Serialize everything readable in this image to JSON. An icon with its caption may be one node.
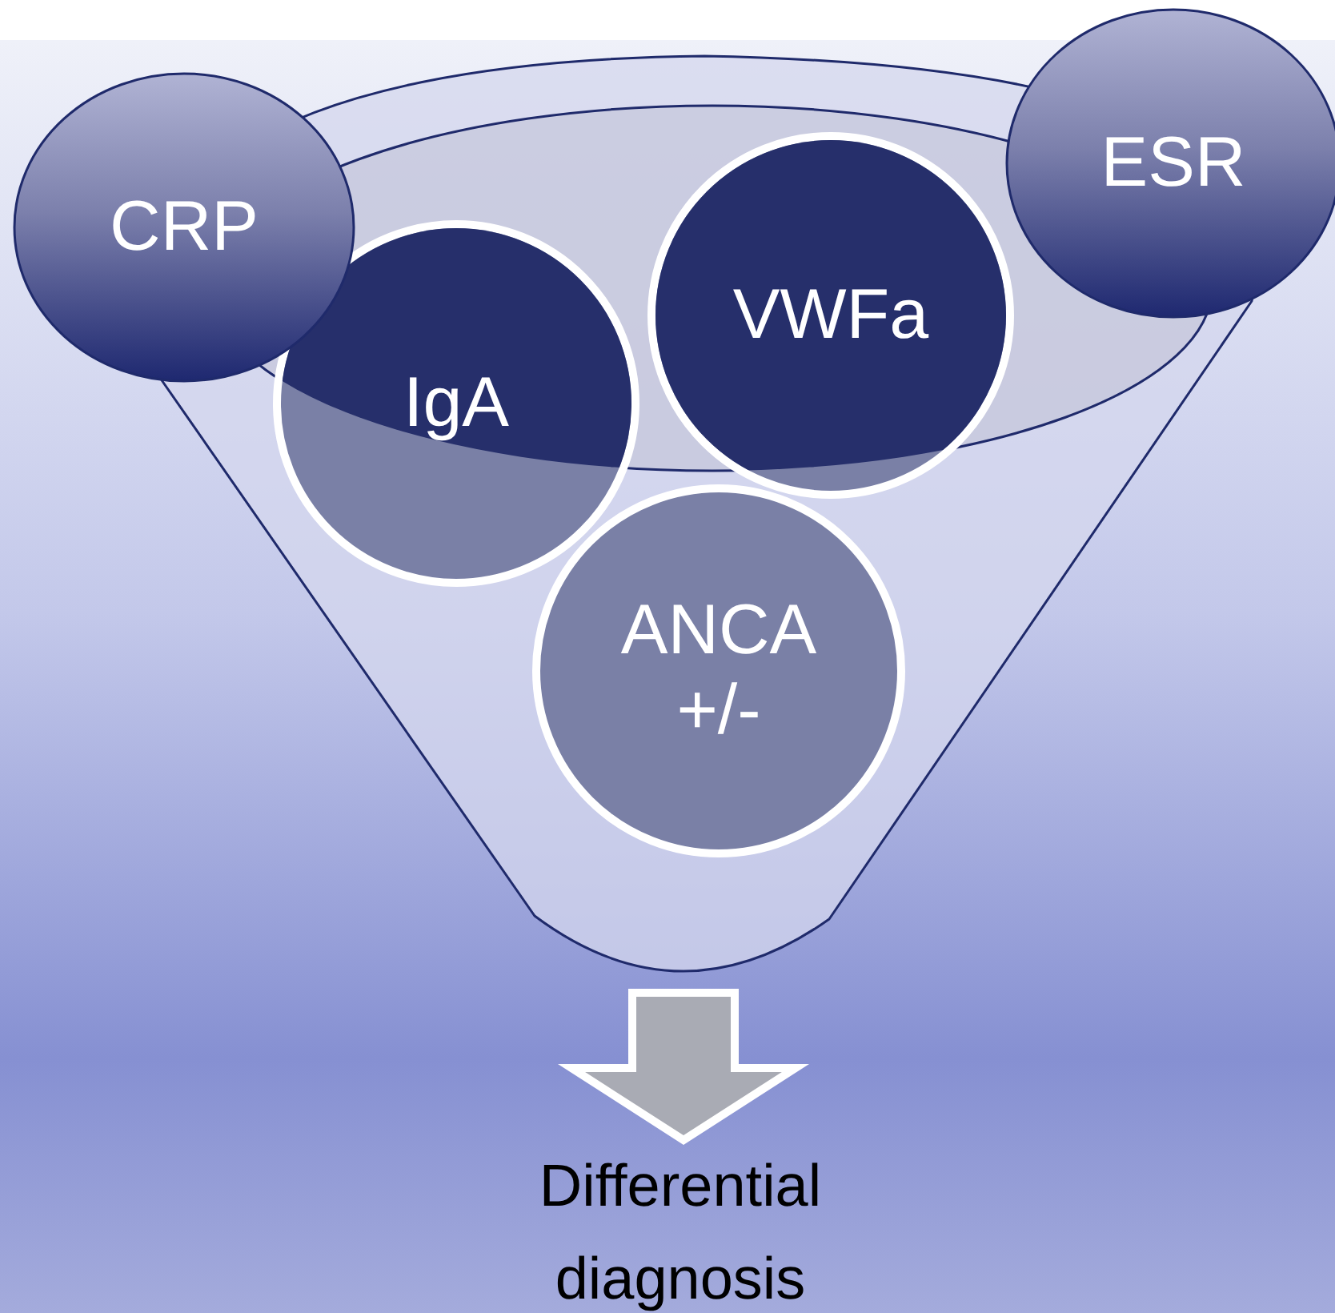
{
  "diagram": {
    "nodes": [
      {
        "text": [],
        "shape": "funnel"
      },
      {
        "text": [
          "CRP"
        ]
      },
      {
        "text": [
          "ESR"
        ]
      },
      {
        "text": [
          "IgA"
        ],
        "in": 0
      },
      {
        "text": [
          "VWFa"
        ],
        "in": 0
      },
      {
        "text": [
          "ANCA +/-"
        ],
        "in": 0
      },
      {
        "text": [
          "Differential diagnosis"
        ]
      }
    ],
    "edges": [
      {
        "from": 0,
        "to": 6,
        "arrow": "to",
        "style": "thick"
      }
    ]
  }
}
